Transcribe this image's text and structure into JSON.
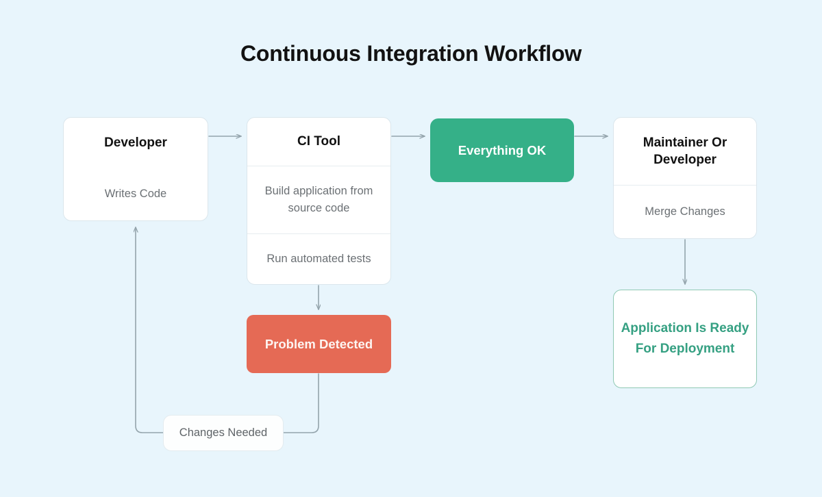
{
  "diagram": {
    "title": "Continuous Integration Workflow",
    "background_color": "#e8f5fc",
    "nodes": {
      "developer": {
        "title": "Developer",
        "rows": [
          "Writes Code"
        ]
      },
      "ci_tool": {
        "title": "CI Tool",
        "rows": [
          "Build application from source code",
          "Run automated tests"
        ]
      },
      "everything_ok": {
        "label": "Everything OK",
        "fill_color": "#35b088",
        "text_color": "#ffffff"
      },
      "maintainer": {
        "title": "Maintainer Or Developer",
        "rows": [
          "Merge Changes"
        ]
      },
      "problem_detected": {
        "label": "Problem Detected",
        "fill_color": "#e56a55",
        "text_color": "#fdf5f2"
      },
      "app_ready": {
        "label": "Application Is Ready For Deployment",
        "border_color": "#8fc9b4",
        "text_color": "#35a082"
      },
      "changes_needed": {
        "label": "Changes Needed",
        "text_color": "#5e6367"
      }
    },
    "edges": [
      {
        "name": "developer-to-ci-tool",
        "from": "developer",
        "to": "ci_tool"
      },
      {
        "name": "ci-tool-to-everything-ok",
        "from": "ci_tool",
        "to": "everything_ok"
      },
      {
        "name": "everything-ok-to-maintainer",
        "from": "everything_ok",
        "to": "maintainer"
      },
      {
        "name": "ci-tool-to-problem-detected",
        "from": "ci_tool",
        "to": "problem_detected"
      },
      {
        "name": "maintainer-to-app-ready",
        "from": "maintainer",
        "to": "app_ready"
      },
      {
        "name": "problem-detected-to-developer",
        "from": "problem_detected",
        "to": "developer",
        "label": "Changes Needed"
      }
    ],
    "edge_color": "#93a3ab"
  }
}
